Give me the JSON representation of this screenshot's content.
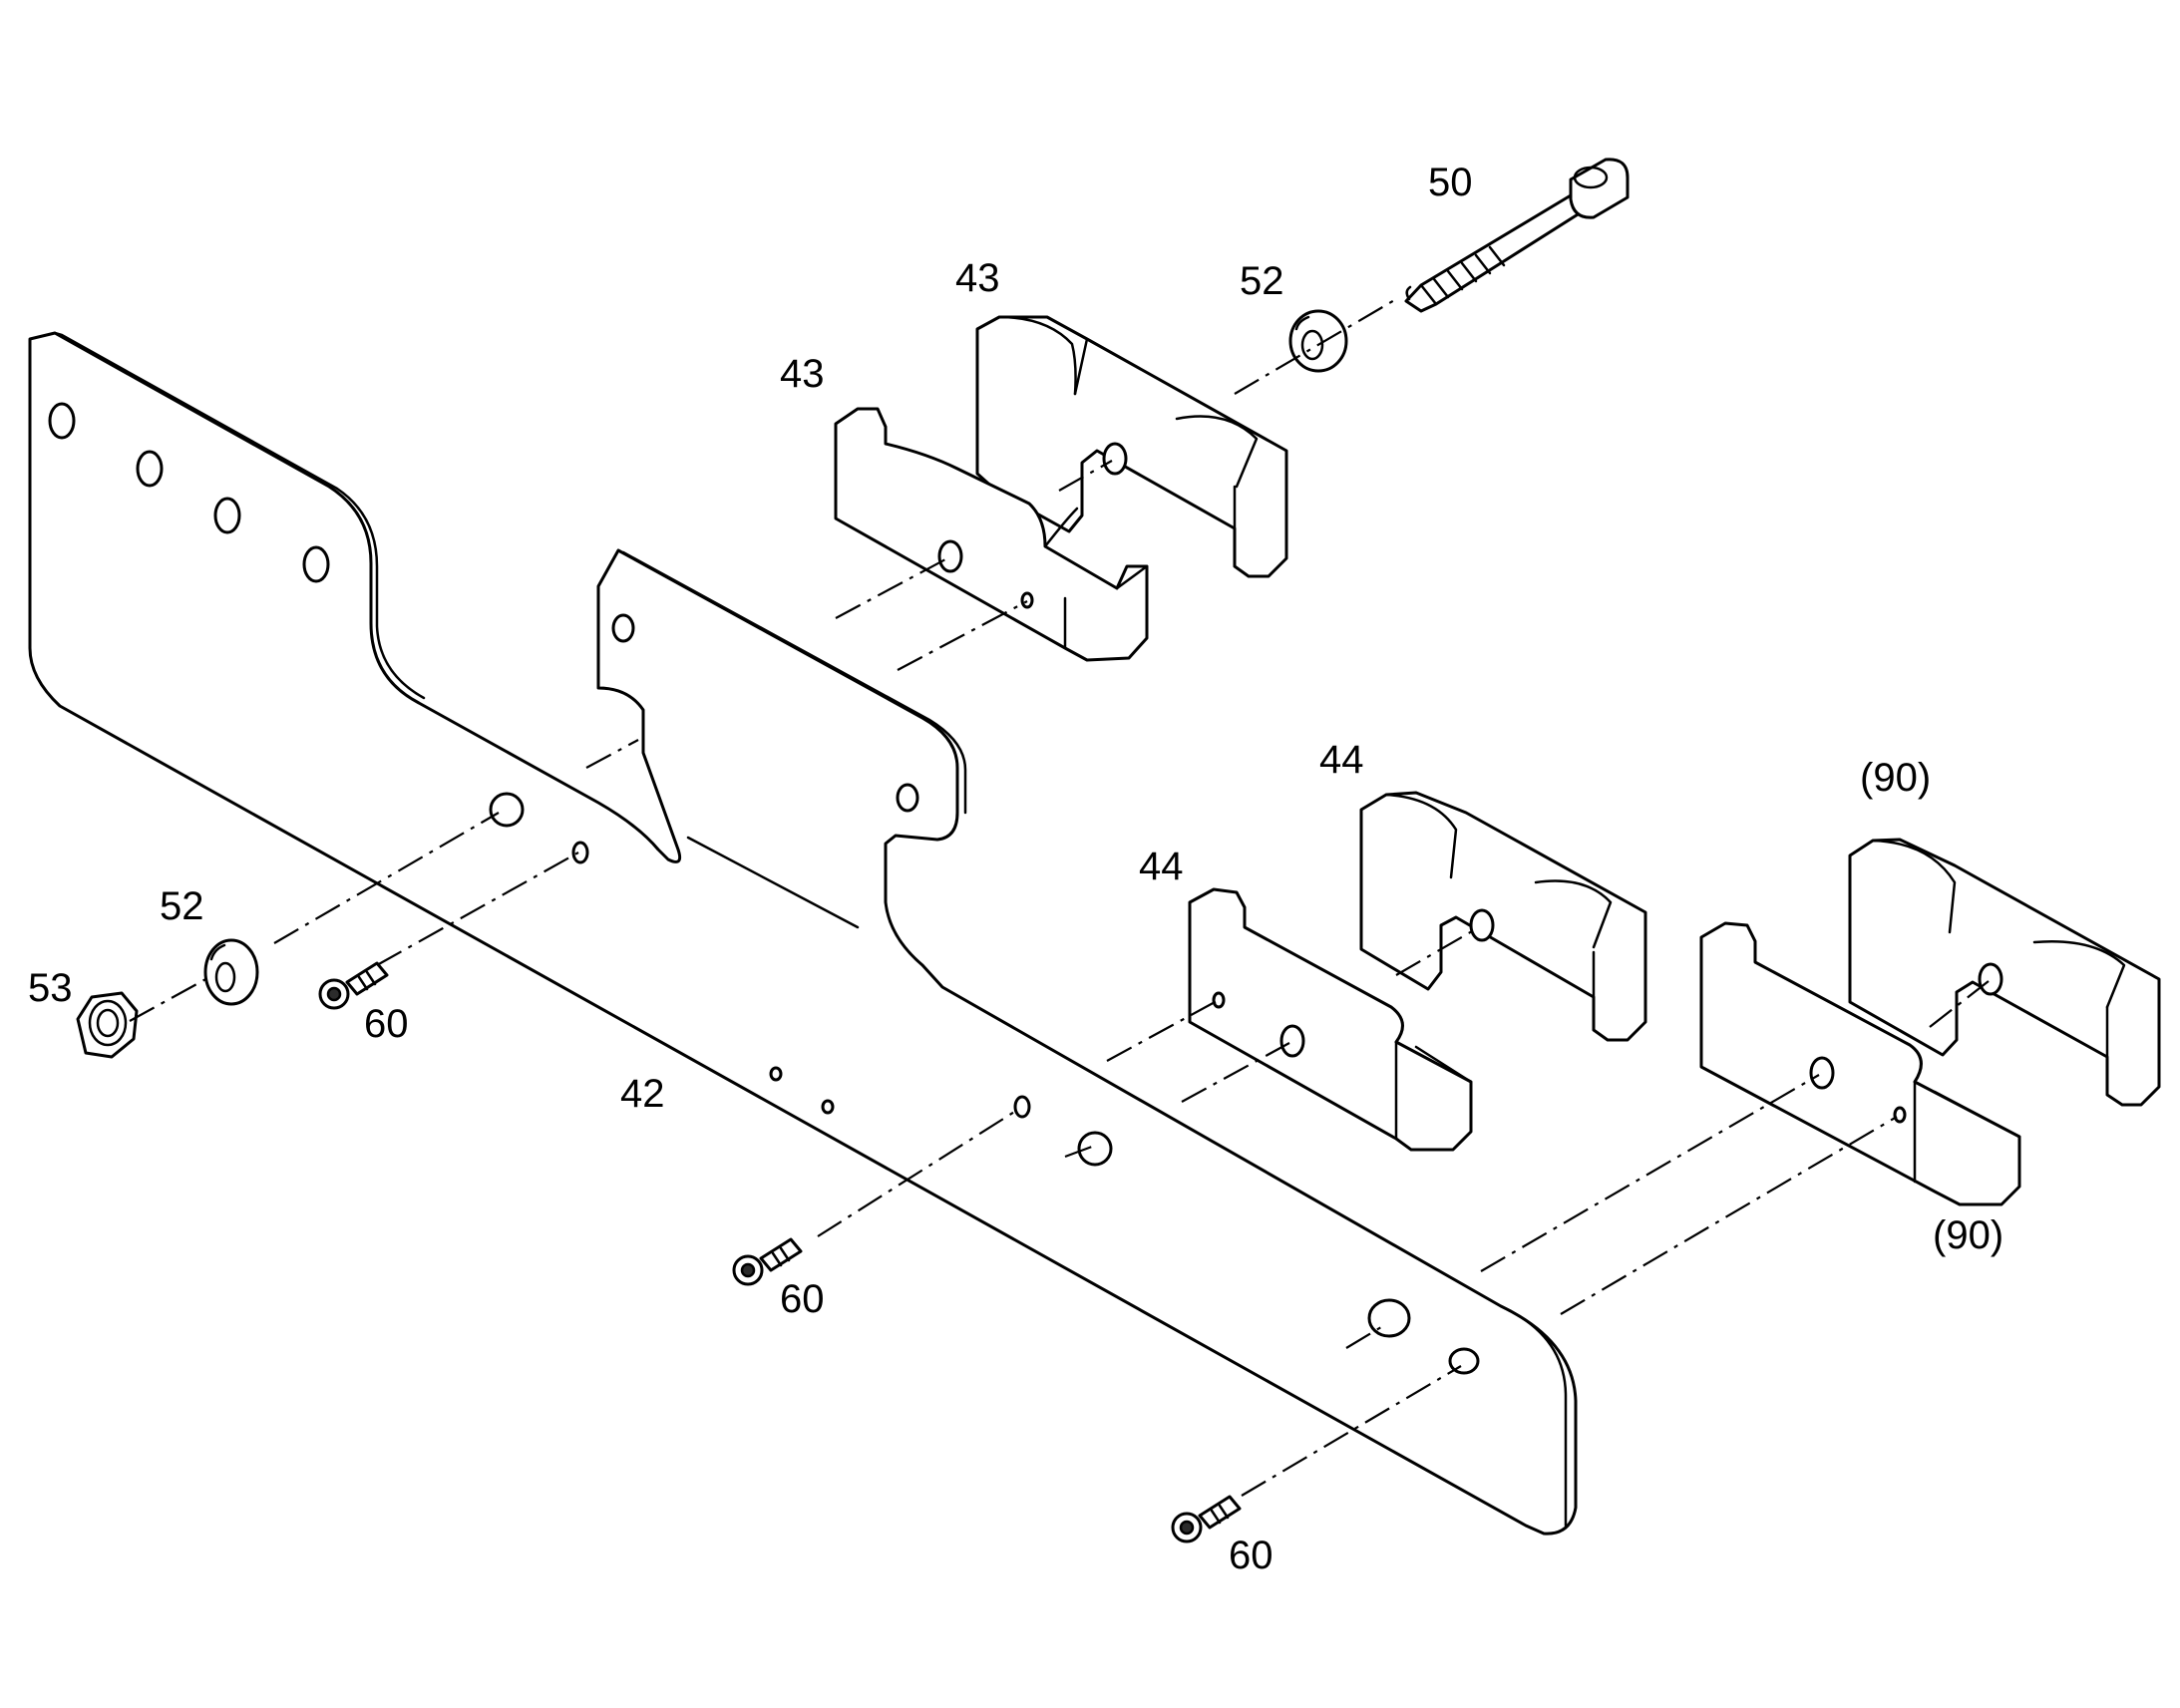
{
  "callouts": {
    "bolt": "50",
    "washer_top": "52",
    "clamp_top_back": "43",
    "clamp_top_front": "43",
    "clamp_mid_back": "44",
    "clamp_mid_front": "44",
    "clamp_right_back": "(90)",
    "clamp_right_front": "(90)",
    "washer_left": "52",
    "nut": "53",
    "screw_left": "60",
    "screw_mid": "60",
    "screw_bottom": "60",
    "bracket": "42"
  }
}
